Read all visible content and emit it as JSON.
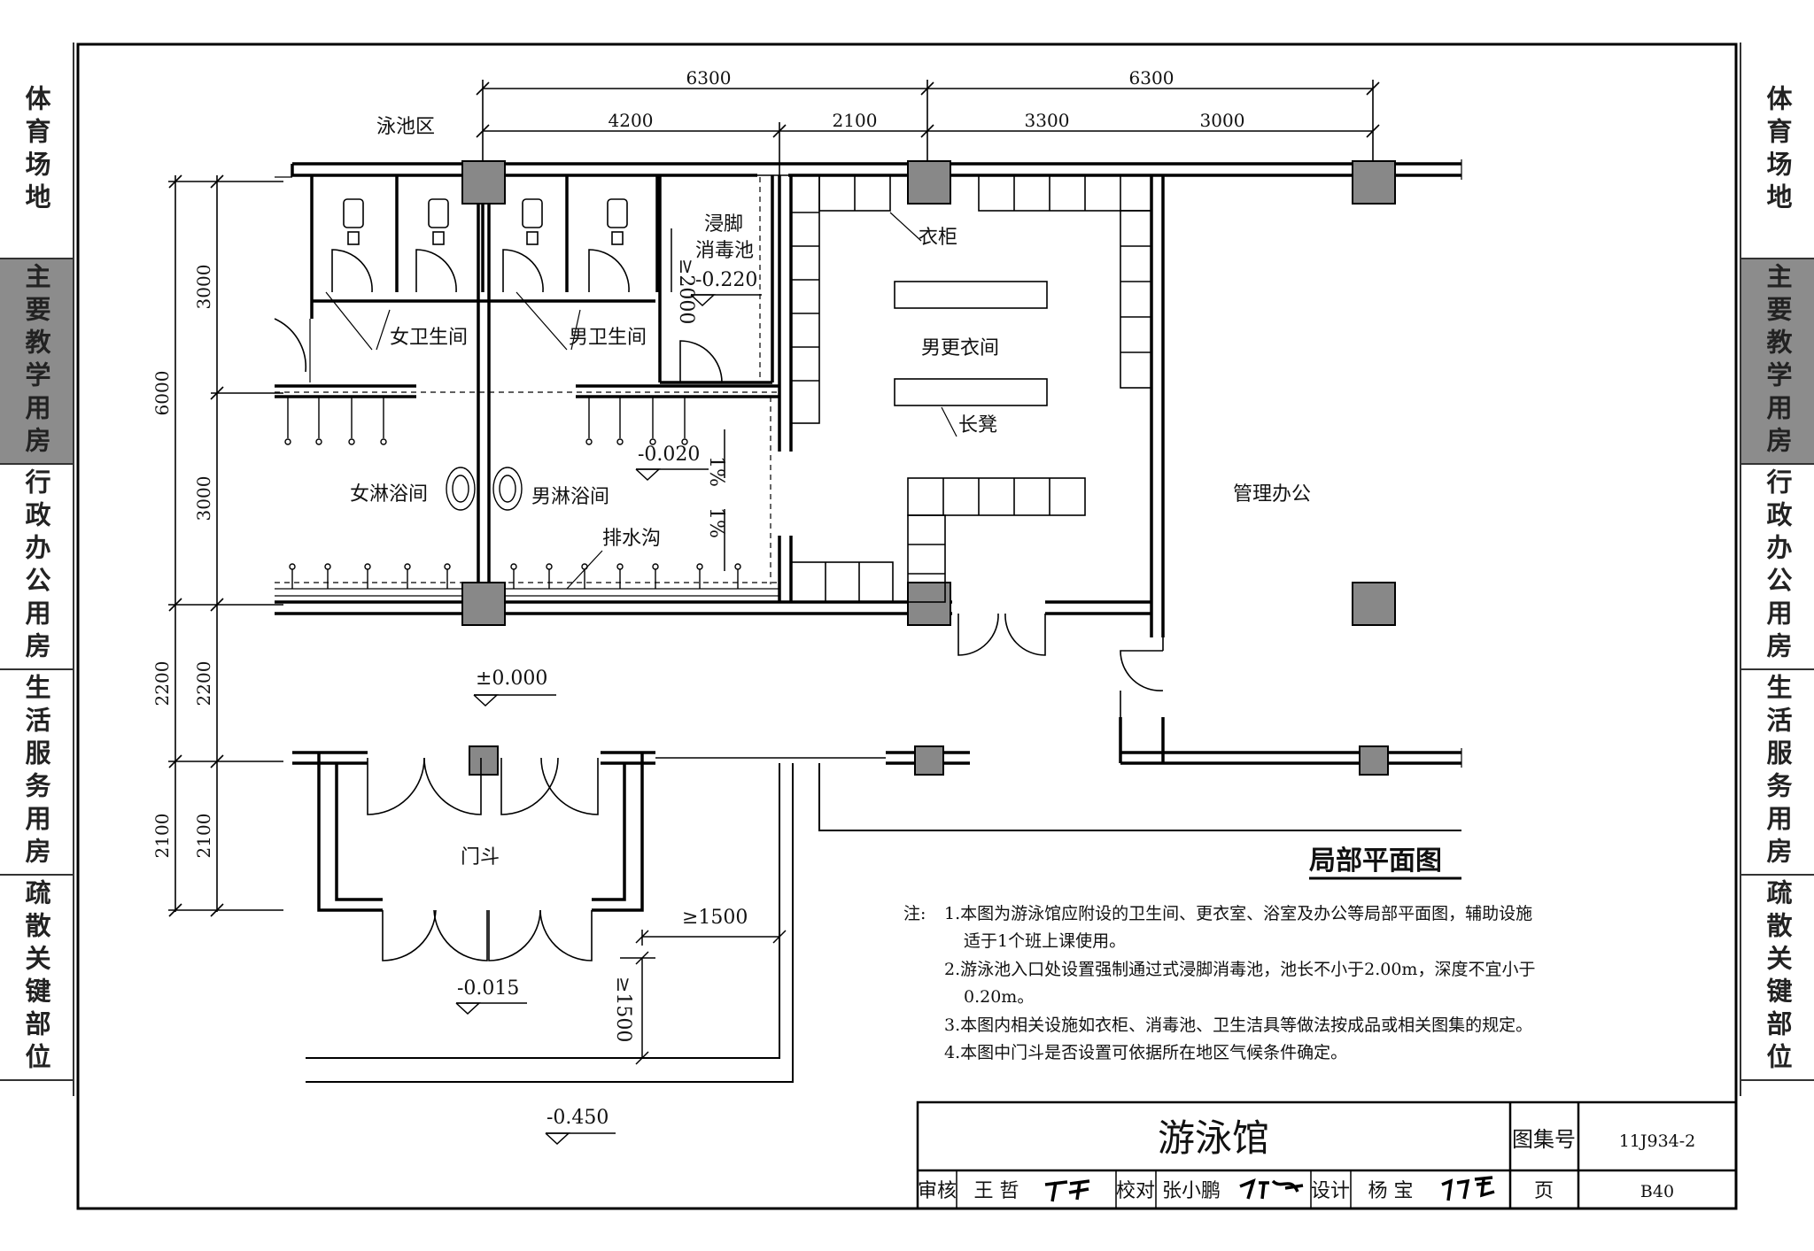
{
  "side_tabs": [
    {
      "label": "体育场地",
      "active": false
    },
    {
      "label": "主要教学用房",
      "active": true
    },
    {
      "label": "行政办公用房",
      "active": false
    },
    {
      "label": "生活服务用房",
      "active": false
    },
    {
      "label": "疏散关键部位",
      "active": false
    }
  ],
  "plan": {
    "dims_top_row1": [
      "6300",
      "6300"
    ],
    "dims_top_row2": [
      "4200",
      "2100",
      "3300",
      "3000"
    ],
    "dims_left_outer": [
      "6000",
      "2200",
      "2100"
    ],
    "dims_left_inner": [
      "3000",
      "3000",
      "2200",
      "2100"
    ],
    "dim_pool_length": "≥2000",
    "dim_vestibule_w": "≥1500",
    "dim_vestibule_d": "≥1500",
    "pool_zone": "泳池区",
    "foot_bath": [
      "浸脚",
      "消毒池"
    ],
    "foot_bath_level": "-0.220",
    "wardrobe": "衣柜",
    "mens_locker": "男更衣间",
    "bench": "长凳",
    "womens_wc": "女卫生间",
    "mens_wc": "男卫生间",
    "womens_shower": "女淋浴间",
    "mens_shower": "男淋浴间",
    "drain": "排水沟",
    "level_shower": "-0.020",
    "slope1": "1%",
    "slope2": "1%",
    "office": "管理办公",
    "level_corridor": "±0.000",
    "vestibule": "门斗",
    "level_vestibule": "-0.015",
    "level_outside": "-0.450",
    "drawing_title": "局部平面图"
  },
  "notes": {
    "prefix": "注:",
    "lines": [
      "1.本图为游泳馆应附设的卫生间、更衣室、浴室及办公等局部平面图，辅助设施",
      "适于1个班上课使用。",
      "2.游泳池入口处设置强制通过式浸脚消毒池，池长不小于2.00m，深度不宜小于",
      "0.20m。",
      "3.本图内相关设施如衣柜、消毒池、卫生洁具等做法按成品或相关图集的规定。",
      "4.本图中门斗是否设置可依据所在地区气候条件确定。"
    ]
  },
  "title_block": {
    "title": "游泳馆",
    "atlas_label": "图集号",
    "atlas_no": "11J934-2",
    "review_label": "审核",
    "reviewer": "王 哲",
    "check_label": "校对",
    "checker": "张小鹏",
    "design_label": "设计",
    "designer": "杨 宝",
    "page_label": "页",
    "page_no": "B40"
  }
}
